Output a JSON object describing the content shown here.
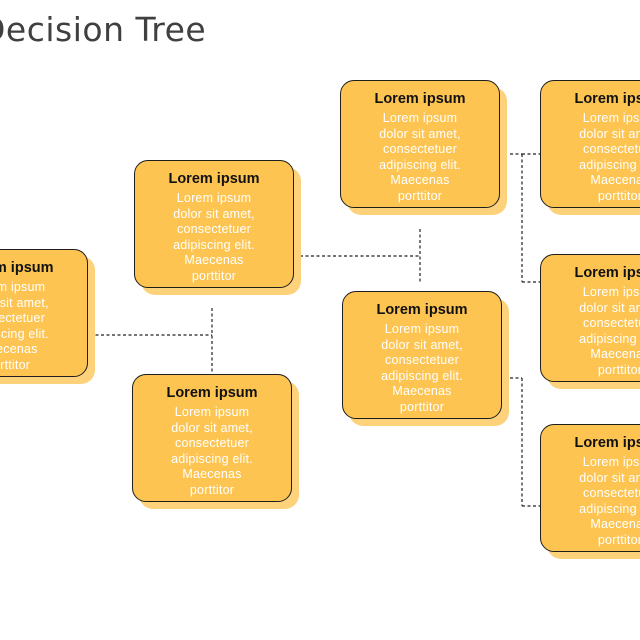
{
  "title": "Decision Tree",
  "nodes": [
    {
      "id": "root",
      "title": "Lorem ipsum",
      "lines": [
        "Lorem ipsum",
        "dolor sit amet,",
        "consectetuer",
        "adipiscing elit.",
        "Maecenas",
        "porttitor"
      ]
    },
    {
      "id": "level1-top",
      "title": "Lorem ipsum",
      "lines": [
        "Lorem ipsum",
        "dolor sit amet,",
        "consectetuer",
        "adipiscing elit.",
        "Maecenas",
        "porttitor"
      ]
    },
    {
      "id": "level1-bottom",
      "title": "Lorem ipsum",
      "lines": [
        "Lorem ipsum",
        "dolor sit amet,",
        "consectetuer",
        "adipiscing elit.",
        "Maecenas",
        "porttitor"
      ]
    },
    {
      "id": "level2-top",
      "title": "Lorem ipsum",
      "lines": [
        "Lorem ipsum",
        "dolor sit amet,",
        "consectetuer",
        "adipiscing elit.",
        "Maecenas",
        "porttitor"
      ]
    },
    {
      "id": "level2-bottom",
      "title": "Lorem ipsum",
      "lines": [
        "Lorem ipsum",
        "dolor sit amet,",
        "consectetuer",
        "adipiscing elit.",
        "Maecenas",
        "porttitor"
      ]
    },
    {
      "id": "level3-a",
      "title": "Lorem ipsum",
      "lines": [
        "Lorem ipsum",
        "dolor sit amet,",
        "consectetuer",
        "adipiscing elit.",
        "Maecenas",
        "porttitor"
      ]
    },
    {
      "id": "level3-b",
      "title": "Lorem ipsum",
      "lines": [
        "Lorem ipsum",
        "dolor sit amet,",
        "consectetuer",
        "adipiscing elit.",
        "Maecenas",
        "porttitor"
      ]
    },
    {
      "id": "level3-c",
      "title": "Lorem ipsum",
      "lines": [
        "Lorem ipsum",
        "dolor sit amet,",
        "consectetuer",
        "adipiscing elit.",
        "Maecenas",
        "porttitor"
      ]
    }
  ],
  "colors": {
    "box_fill": "#fdc451",
    "box_shadow": "#fdd27a",
    "box_border": "#1e1e1e",
    "title_text": "#111111",
    "body_text": "#ffffff",
    "connector": "#222222"
  }
}
